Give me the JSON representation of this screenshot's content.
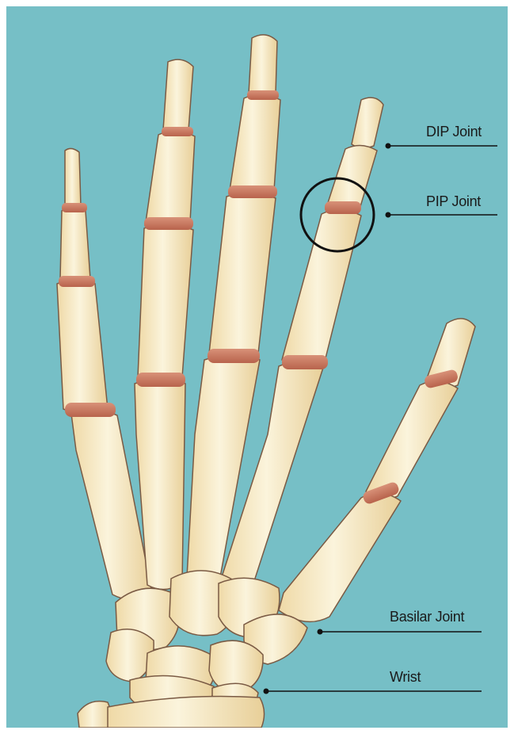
{
  "figure": {
    "background_color": "#76bfc6",
    "bone_color": "#f6ebc4",
    "joint_color": "#c9795f",
    "outline_color": "#6b4a3a"
  },
  "labels": {
    "dip_joint": "DIP Joint",
    "pip_joint": "PIP Joint",
    "basilar_joint": "Basilar Joint",
    "wrist": "Wrist"
  }
}
